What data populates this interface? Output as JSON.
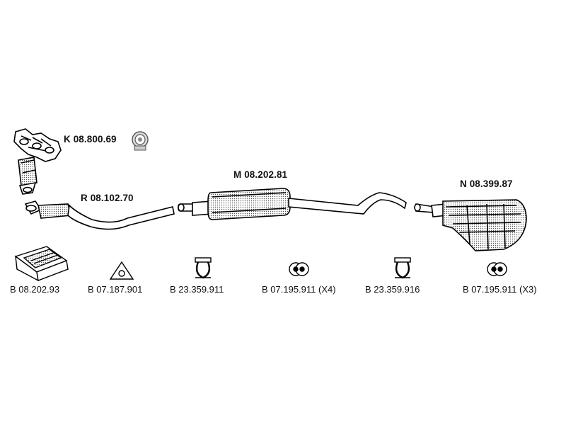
{
  "labels": {
    "catalyst": "K 08.800.69",
    "front_pipe": "R 08.102.70",
    "middle_silencer": "M 08.202.81",
    "rear_silencer": "N 08.399.87"
  },
  "bottom_labels": [
    "B 08.202.93",
    "B 07.187.901",
    "B 23.359.911",
    "B 07.195.911 (X4)",
    "B 23.359.916",
    "B 07.195.911 (X3)"
  ],
  "icons": {
    "mounting_kit": "mounting-kit-box-icon",
    "gasket": "gasket-icon",
    "clamp": "pipe-clamp-icon",
    "rubber_mount": "rubber-mount-icon",
    "catalyst_badge": "catalyst-badge-icon"
  }
}
